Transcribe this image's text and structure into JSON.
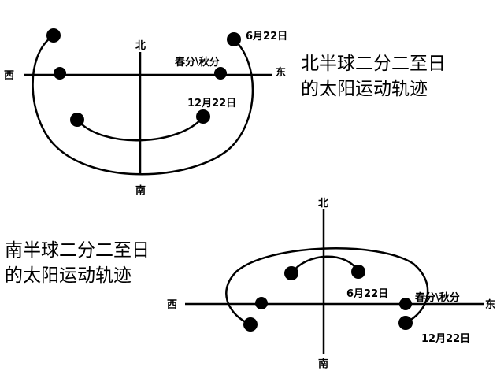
{
  "north": {
    "title_line1": "北半球二分二至日",
    "title_line2": "的太阳运动轨迹",
    "dir_north": "北",
    "dir_south": "南",
    "dir_west": "西",
    "dir_east": "东",
    "label_summer": "6月22日",
    "label_equinox": "春分\\秋分",
    "label_winter": "12月22日"
  },
  "south": {
    "title_line1": "南半球二分二至日",
    "title_line2": "的太阳运动轨迹",
    "dir_north": "北",
    "dir_south": "南",
    "dir_west": "西",
    "dir_east": "东",
    "label_summer": "6月22日",
    "label_equinox": "春分\\秋分",
    "label_winter": "12月22日"
  }
}
